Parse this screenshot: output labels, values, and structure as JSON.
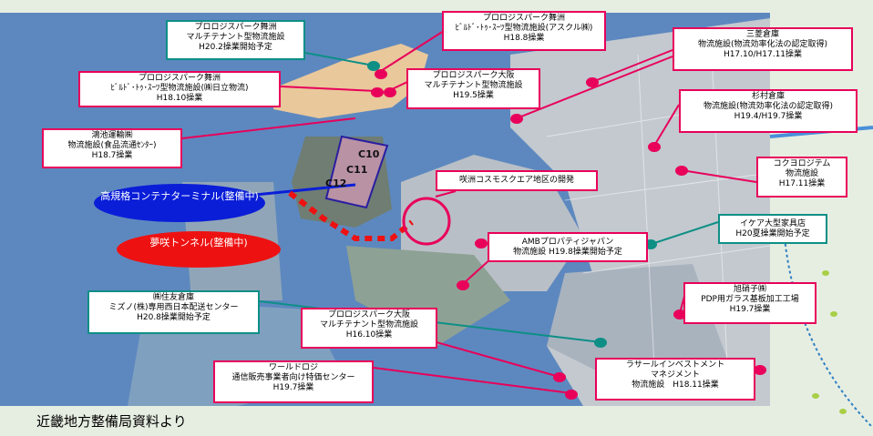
{
  "title_source": "近畿地方整備局資料より",
  "facilities": [
    {
      "id": "f1",
      "lines": [
        "プロロジスパーク舞洲",
        "マルチテナント型物流施設",
        "H20.2操業開始予定"
      ],
      "color": "#0d8f86"
    },
    {
      "id": "f2",
      "lines": [
        "プロロジスパーク舞洲",
        "ﾋﾞﾙﾄﾞ･ﾄｩ･ｽｰﾂ型物流施設(アスクル㈱)",
        "H18.8操業"
      ],
      "color": "#e8005a"
    },
    {
      "id": "f3",
      "lines": [
        "プロロジスパーク舞洲",
        "ﾋﾞﾙﾄﾞ･ﾄｩ･ｽｰﾂ型物流施設(㈱日立物流)",
        "H18.10操業"
      ],
      "color": "#e8005a"
    },
    {
      "id": "f4",
      "lines": [
        "プロロジスパーク大阪",
        "マルチテナント型物流施設",
        "H19.5操業"
      ],
      "color": "#e8005a"
    },
    {
      "id": "f5",
      "lines": [
        "三菱倉庫",
        "物流施設(物流効率化法の認定取得)",
        "H17.10/H17.11操業"
      ],
      "color": "#e8005a"
    },
    {
      "id": "f6",
      "lines": [
        "杉村倉庫",
        "物流施設(物流効率化法の認定取得)",
        "H19.4/H19.7操業"
      ],
      "color": "#e8005a"
    },
    {
      "id": "f7",
      "lines": [
        "鴻池運輸㈱",
        "物流施設(食品流通ｾﾝﾀｰ)",
        "H18.7操業"
      ],
      "color": "#e8005a"
    },
    {
      "id": "f8",
      "lines": [
        "咲洲コスモスクエア地区の開発"
      ],
      "color": "#e8005a"
    },
    {
      "id": "f9",
      "lines": [
        "コクヨロジテム",
        "物流施設",
        "H17.11操業"
      ],
      "color": "#e8005a"
    },
    {
      "id": "f10",
      "lines": [
        "イケア大型家具店",
        "H20夏操業開始予定"
      ],
      "color": "#0d8f86"
    },
    {
      "id": "f11",
      "lines": [
        "AMBプロパティジャパン",
        "物流施設 H19.8操業開始予定"
      ],
      "color": "#e8005a"
    },
    {
      "id": "f12",
      "lines": [
        "旭硝子㈱",
        "PDP用ガラス基板加工工場",
        "H19.7操業"
      ],
      "color": "#e8005a"
    },
    {
      "id": "f13",
      "lines": [
        "㈱住友倉庫",
        "ミズノ(株)専用西日本配送センター",
        "H20.8操業開始予定"
      ],
      "color": "#0d8f86"
    },
    {
      "id": "f14",
      "lines": [
        "プロロジスパーク大阪",
        "マルチテナント型物流施設",
        "H16.10操業"
      ],
      "color": "#e8005a"
    },
    {
      "id": "f15",
      "lines": [
        "ワールドロジ",
        "通信販売事業者向け特価センター",
        "H19.7操業"
      ],
      "color": "#e8005a"
    },
    {
      "id": "f16",
      "lines": [
        "ラサールインベストメント",
        "マネジメント",
        "物流施設　H18.11操業"
      ],
      "color": "#e8005a"
    }
  ],
  "projects": {
    "terminal": {
      "lines": [
        "高規格コンテナ",
        "ターミナル(整備中)"
      ],
      "color": "#0a1ed8"
    },
    "tunnel": {
      "lines": [
        "夢咲トンネル",
        "(整備中)"
      ],
      "color": "#ee1111"
    }
  },
  "berths": [
    "C10",
    "C11",
    "C12"
  ]
}
